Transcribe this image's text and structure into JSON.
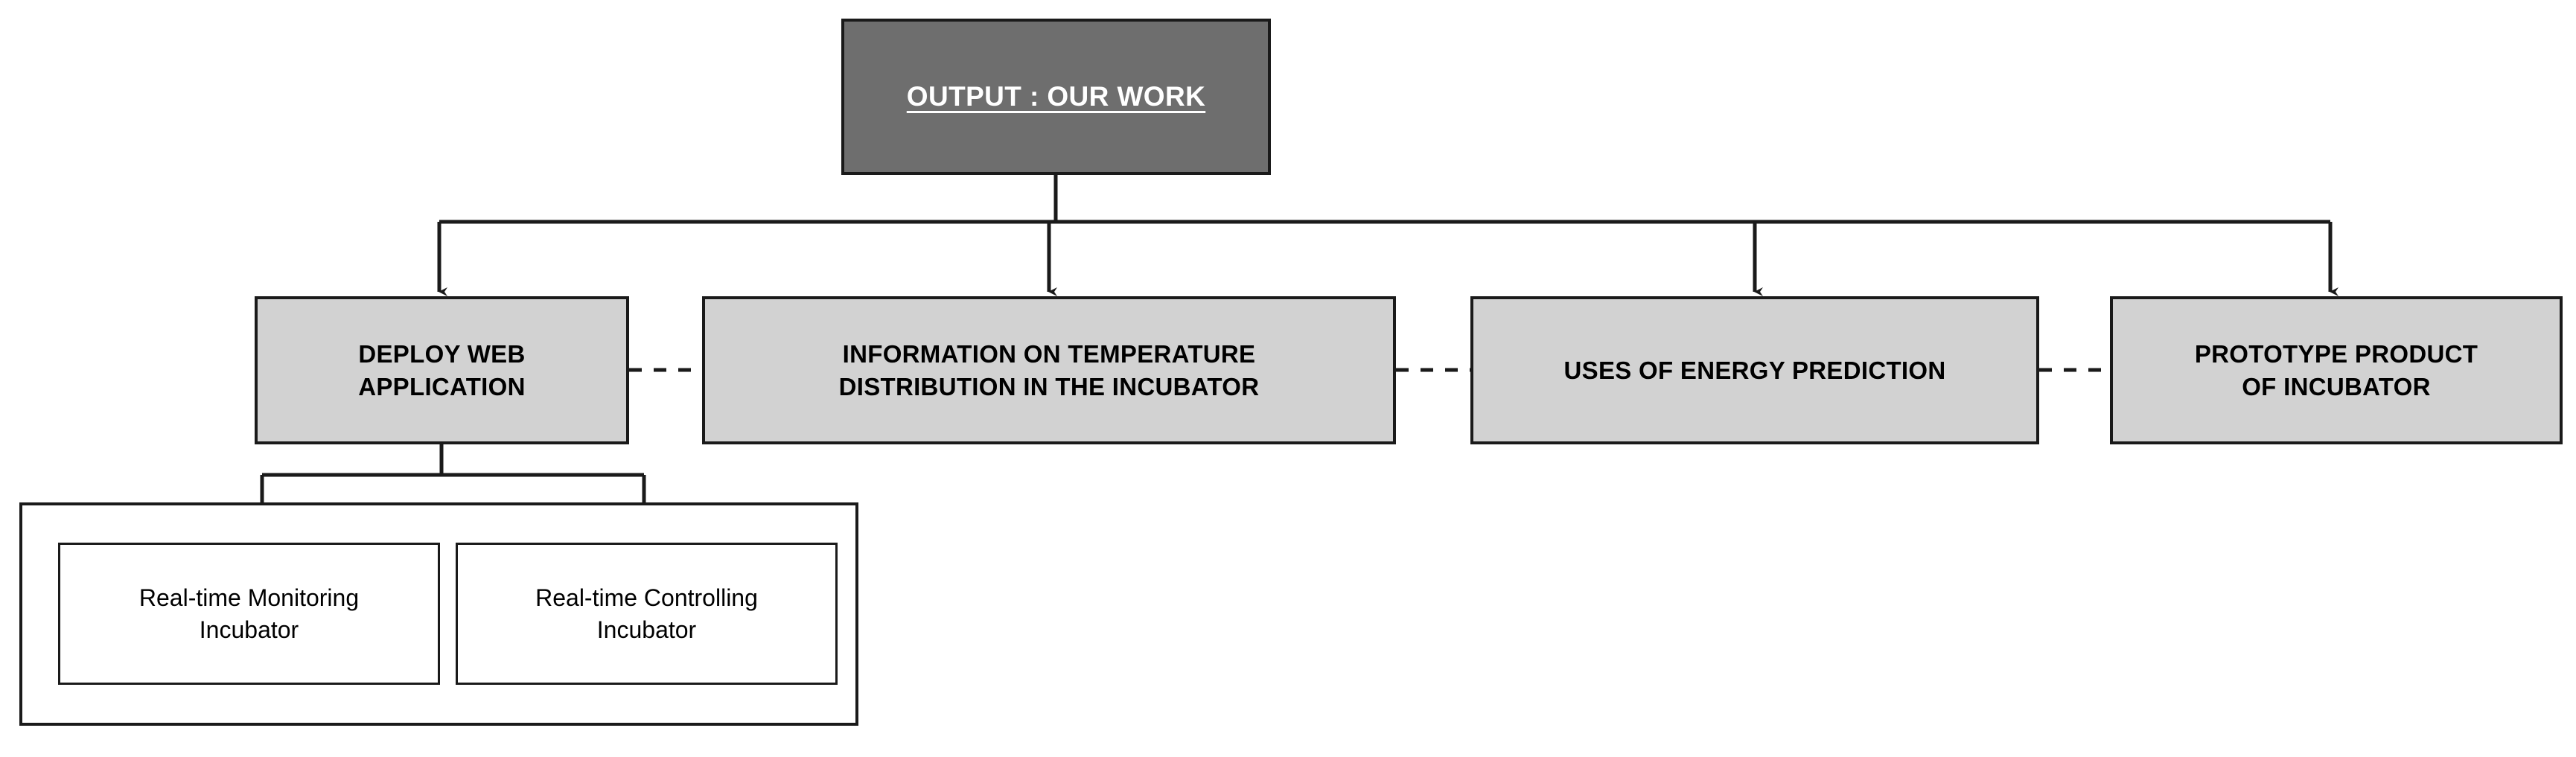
{
  "diagram": {
    "title": "OUTPUT : OUR WORK",
    "colors": {
      "root_fill": "#6e6e6e",
      "root_text": "#ffffff",
      "level2_fill": "#d2d2d2",
      "level3_fill": "#ffffff",
      "stroke": "#1a1a1a",
      "background": "#ffffff"
    },
    "root": {
      "label": "OUTPUT : OUR WORK"
    },
    "level2": [
      {
        "id": "deploy",
        "label": "DEPLOY WEB\nAPPLICATION"
      },
      {
        "id": "tempinfo",
        "label": "INFORMATION ON TEMPERATURE\nDISTRIBUTION IN THE INCUBATOR"
      },
      {
        "id": "energy",
        "label": "USES OF ENERGY PREDICTION"
      },
      {
        "id": "prototype",
        "label": "PROTOTYPE  PRODUCT\nOF INCUBATOR"
      }
    ],
    "level3": [
      {
        "id": "monitoring",
        "label": "Real-time Monitoring\nIncubator"
      },
      {
        "id": "controlling",
        "label": "Real-time Controlling\nIncubator"
      }
    ]
  },
  "chart_data": {
    "type": "diagram",
    "title": "OUTPUT : OUR WORK",
    "nodes": [
      {
        "id": "root",
        "label": "OUTPUT : OUR WORK",
        "level": 0,
        "fill": "#6e6e6e",
        "text_color": "#ffffff",
        "bold": true,
        "underline": true
      },
      {
        "id": "deploy",
        "label": "DEPLOY WEB APPLICATION",
        "level": 1,
        "fill": "#d2d2d2",
        "text_color": "#000000",
        "bold": true,
        "underline": false
      },
      {
        "id": "tempinfo",
        "label": "INFORMATION ON TEMPERATURE DISTRIBUTION IN THE INCUBATOR",
        "level": 1,
        "fill": "#d2d2d2",
        "text_color": "#000000",
        "bold": true,
        "underline": false
      },
      {
        "id": "energy",
        "label": "USES OF ENERGY PREDICTION",
        "level": 1,
        "fill": "#d2d2d2",
        "text_color": "#000000",
        "bold": true,
        "underline": false
      },
      {
        "id": "prototype",
        "label": "PROTOTYPE  PRODUCT OF INCUBATOR",
        "level": 1,
        "fill": "#d2d2d2",
        "text_color": "#000000",
        "bold": true,
        "underline": false
      },
      {
        "id": "monitoring",
        "label": "Real-time Monitoring Incubator",
        "level": 2,
        "fill": "#ffffff",
        "text_color": "#000000",
        "bold": false,
        "underline": false
      },
      {
        "id": "controlling",
        "label": "Real-time Controlling Incubator",
        "level": 2,
        "fill": "#ffffff",
        "text_color": "#000000",
        "bold": false,
        "underline": false
      }
    ],
    "edges": [
      {
        "from": "root",
        "to": "deploy",
        "style": "solid",
        "arrow": true
      },
      {
        "from": "root",
        "to": "tempinfo",
        "style": "solid",
        "arrow": true
      },
      {
        "from": "root",
        "to": "energy",
        "style": "solid",
        "arrow": true
      },
      {
        "from": "root",
        "to": "prototype",
        "style": "solid",
        "arrow": true
      },
      {
        "from": "deploy",
        "to": "monitoring",
        "style": "solid",
        "arrow": true
      },
      {
        "from": "deploy",
        "to": "controlling",
        "style": "solid",
        "arrow": true
      },
      {
        "from": "deploy",
        "to": "tempinfo",
        "style": "dashed",
        "arrow": false
      },
      {
        "from": "tempinfo",
        "to": "energy",
        "style": "dashed",
        "arrow": false
      },
      {
        "from": "energy",
        "to": "prototype",
        "style": "dashed",
        "arrow": false
      }
    ],
    "groups": [
      {
        "id": "web-app-subgroup",
        "contains": [
          "monitoring",
          "controlling"
        ],
        "border": "solid",
        "fill": "#ffffff"
      }
    ],
    "layout": "top-down tree, 3 levels, bus connector"
  }
}
